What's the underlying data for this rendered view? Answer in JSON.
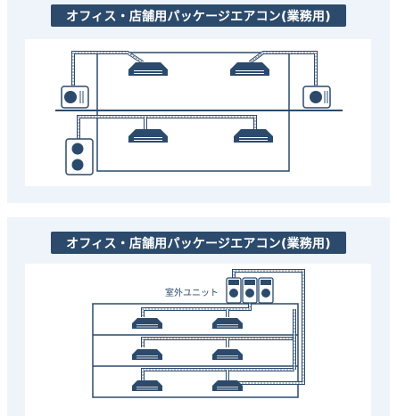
{
  "colors": {
    "navy": "#2c4a6b",
    "panel_bg": "#eef4fa",
    "canvas_bg": "#ffffff"
  },
  "diagram1": {
    "title": "オフィス・店舗用パッケージエアコン(業務用)",
    "icons": [
      "ceiling-cassette-icon",
      "outdoor-unit-icon",
      "refrigerant-pipe-icon"
    ]
  },
  "diagram2": {
    "title": "オフィス・店舗用パッケージエアコン(業務用)",
    "outdoor_label": "室外ユニット",
    "icons": [
      "ceiling-cassette-icon",
      "outdoor-unit-icon",
      "refrigerant-pipe-icon"
    ]
  }
}
